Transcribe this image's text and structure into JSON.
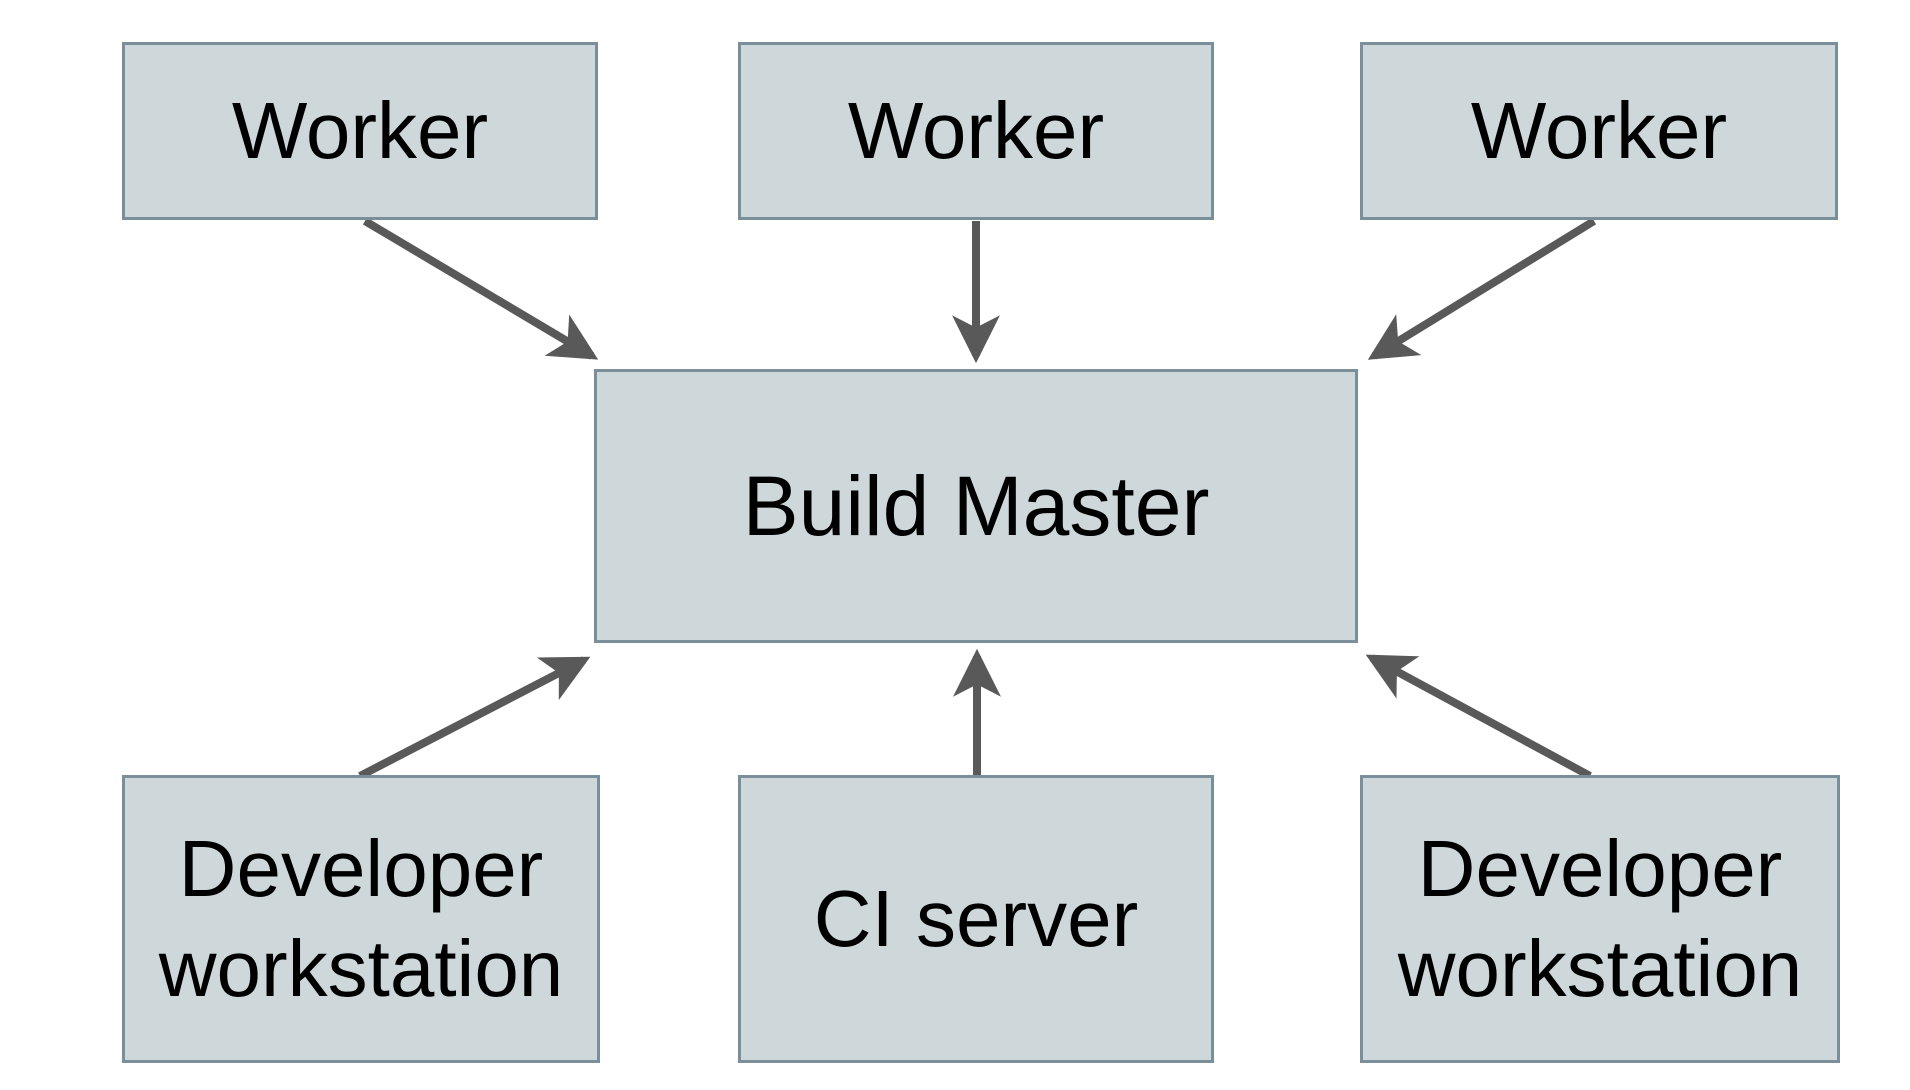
{
  "diagram": {
    "description": "Distributed build system diagram: workers, developer workstations and a CI server all connect to a central Build Master",
    "colors": {
      "background": "#ffffff",
      "node_fill": "#ced8da",
      "node_border": "#7b8f9a",
      "node_text": "#000000",
      "arrow": "#595959"
    },
    "nodes": [
      {
        "id": "worker-1",
        "label": "Worker"
      },
      {
        "id": "worker-2",
        "label": "Worker"
      },
      {
        "id": "worker-3",
        "label": "Worker"
      },
      {
        "id": "build-master",
        "label": "Build Master"
      },
      {
        "id": "developer-workstation-left",
        "label": "Developer workstation"
      },
      {
        "id": "ci-server",
        "label": "CI server"
      },
      {
        "id": "developer-workstation-right",
        "label": "Developer workstation"
      }
    ],
    "edges": [
      {
        "from": "worker-1",
        "to": "build-master"
      },
      {
        "from": "worker-2",
        "to": "build-master"
      },
      {
        "from": "worker-3",
        "to": "build-master"
      },
      {
        "from": "developer-workstation-left",
        "to": "build-master"
      },
      {
        "from": "ci-server",
        "to": "build-master"
      },
      {
        "from": "developer-workstation-right",
        "to": "build-master"
      }
    ]
  }
}
